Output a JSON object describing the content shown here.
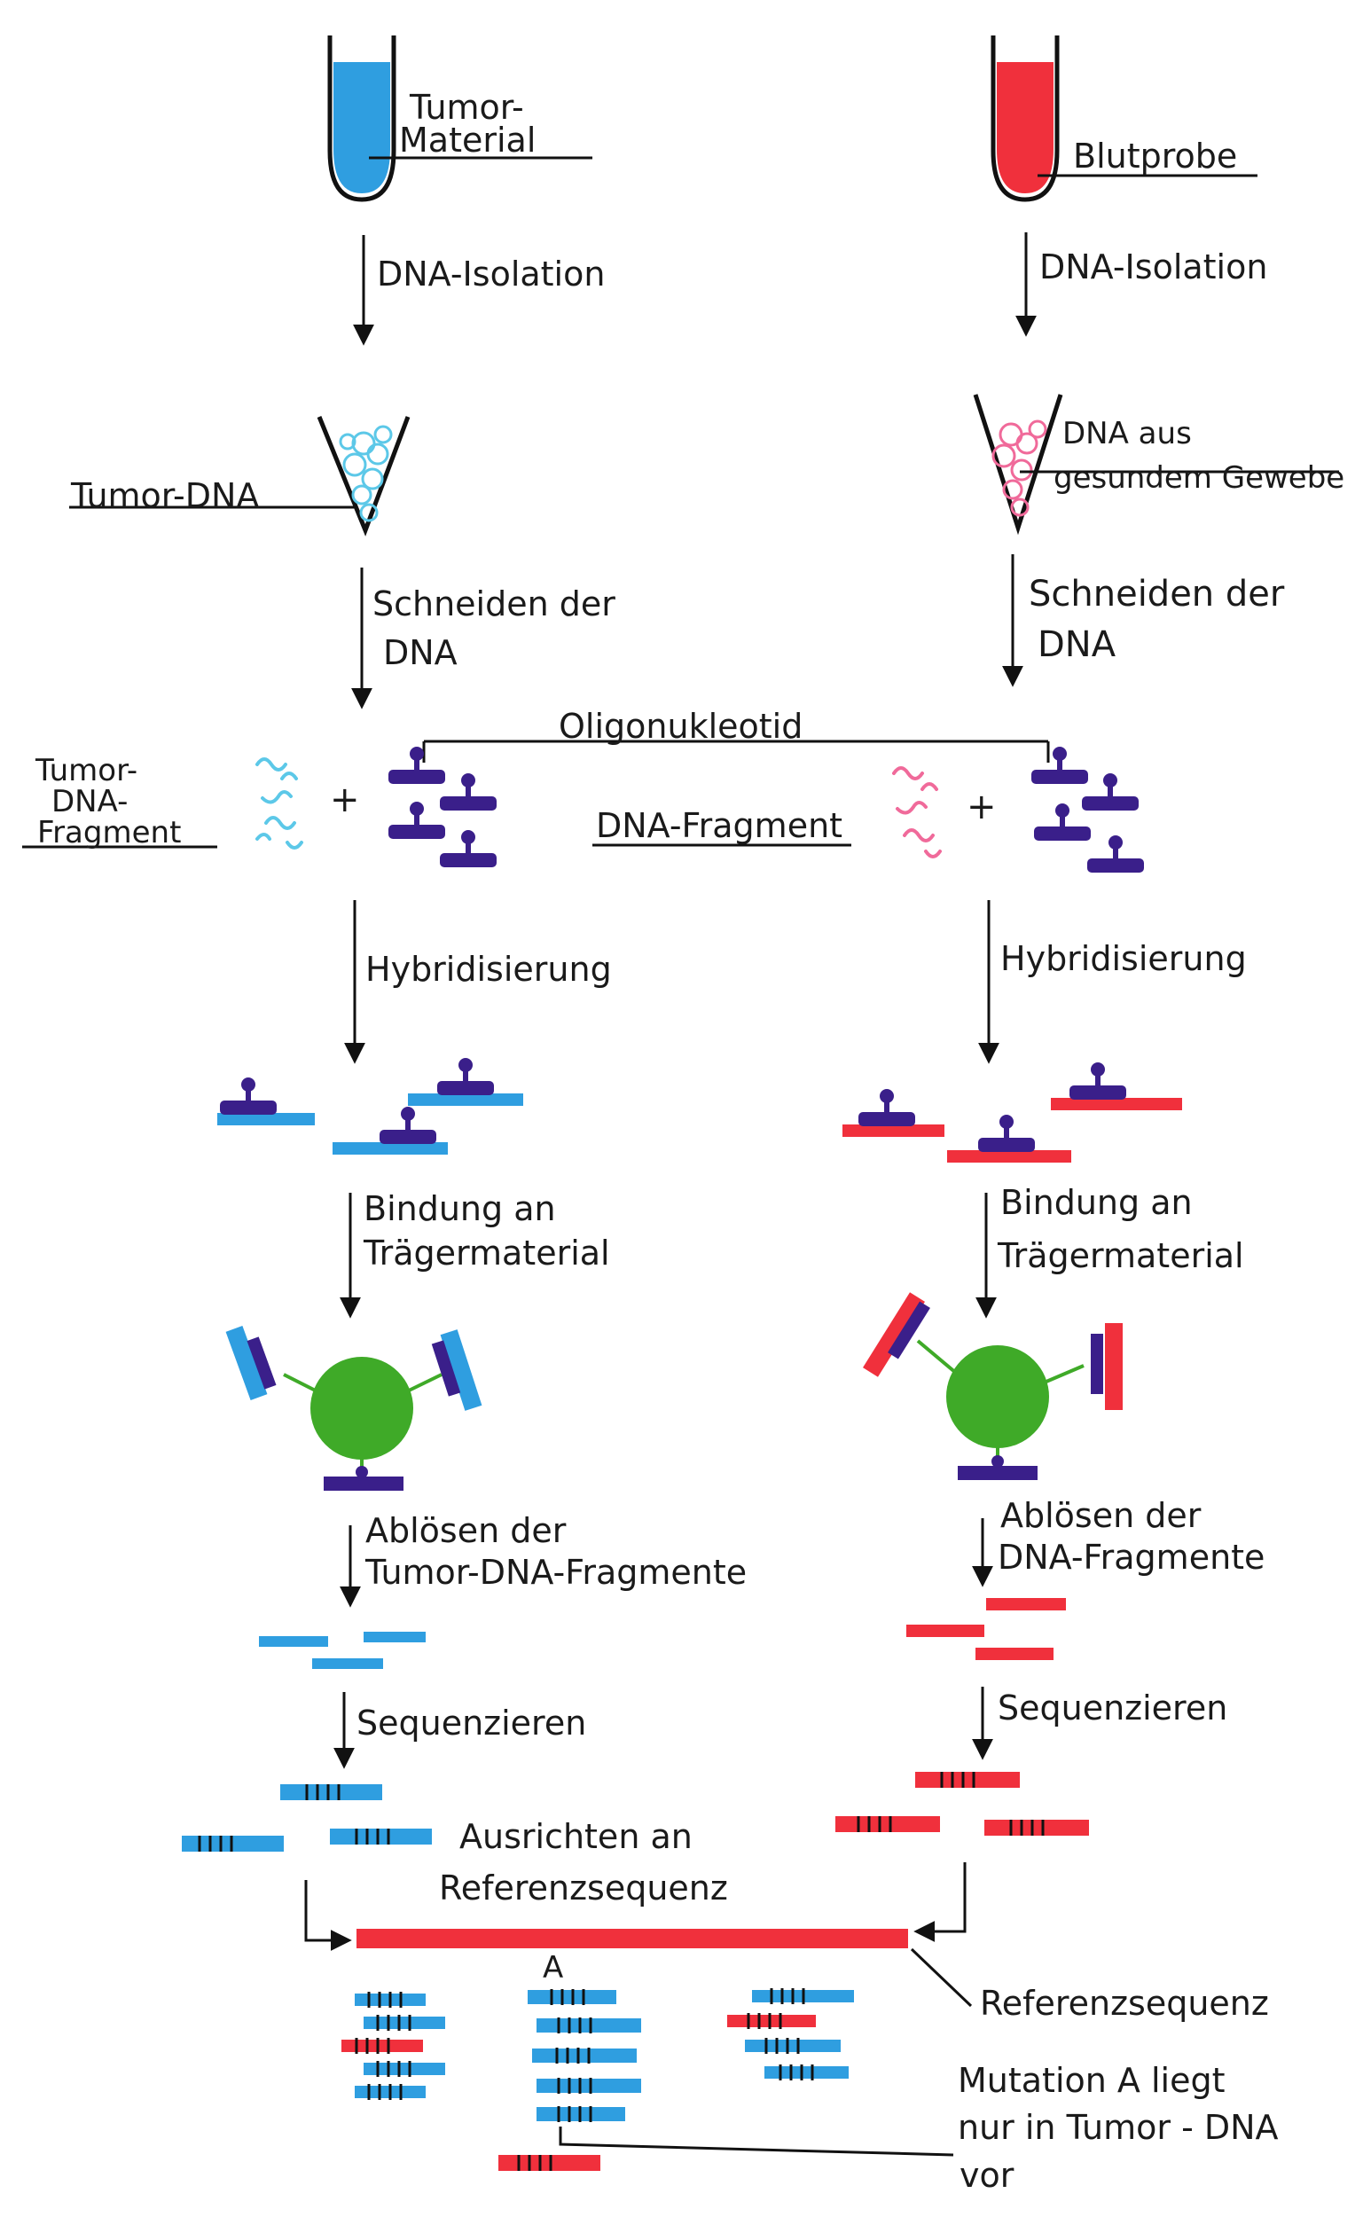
{
  "colors": {
    "tumor_blue": "#2f9ee0",
    "tumor_light": "#5cc8e8",
    "blood_red": "#f0303c",
    "healthy_pink": "#f06a9a",
    "oligo_purple": "#3a1f8a",
    "bead_green": "#3faa28",
    "ink": "#1a1a1a"
  },
  "left": {
    "source_line1": "Tumor-",
    "source_line2": "Material",
    "step_isolation": "DNA-Isolation",
    "isolated": "Tumor-DNA",
    "step_cut_line1": "Schneiden der",
    "step_cut_line2": "DNA",
    "fragment_line1": "Tumor-",
    "fragment_line2": "DNA-",
    "fragment_line3": "Fragment",
    "step_hybrid": "Hybridisierung",
    "step_bind_line1": "Bindung an",
    "step_bind_line2": "Trägermaterial",
    "step_release_line1": "Ablösen der",
    "step_release_line2": "Tumor-DNA-Fragmente",
    "step_seq": "Sequenzieren"
  },
  "right": {
    "source": "Blutprobe",
    "step_isolation": "DNA-Isolation",
    "isolated_line1": "DNA aus",
    "isolated_line2": "gesundem Gewebe",
    "step_cut_line1": "Schneiden der",
    "step_cut_line2": "DNA",
    "step_hybrid": "Hybridisierung",
    "step_bind_line1": "Bindung an",
    "step_bind_line2": "Trägermaterial",
    "step_release_line1": "Ablösen der",
    "step_release_line2": "DNA-Fragmente",
    "step_seq": "Sequenzieren"
  },
  "center": {
    "oligo": "Oligonukleotid",
    "fragment": "DNA-Fragment",
    "plus": "+",
    "align_line1": "Ausrichten an",
    "align_line2": "Referenzsequenz",
    "reference": "Referenzsequenz",
    "mutation_letter": "A",
    "mutation_line1": "Mutation A liegt",
    "mutation_line2": "nur in Tumor - DNA",
    "mutation_line3": "vor"
  }
}
